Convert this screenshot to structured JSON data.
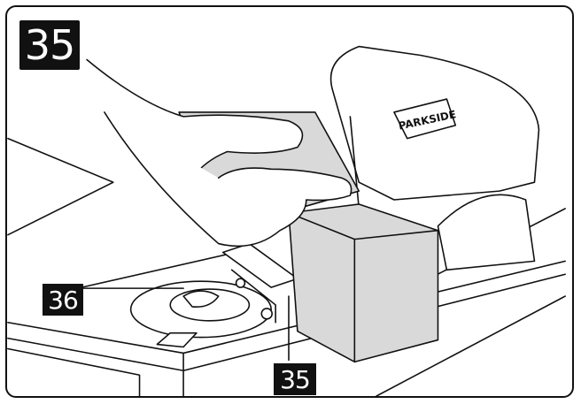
{
  "figure": {
    "step_number": "35",
    "callouts": [
      {
        "id": "callout-36",
        "label": "36"
      },
      {
        "id": "callout-35",
        "label": "35"
      }
    ],
    "brand_text": "PARKSIDE"
  },
  "colors": {
    "line": "#111111",
    "workpiece_fill": "#d9d9d9",
    "label_bg": "#111111",
    "label_text": "#ffffff"
  }
}
